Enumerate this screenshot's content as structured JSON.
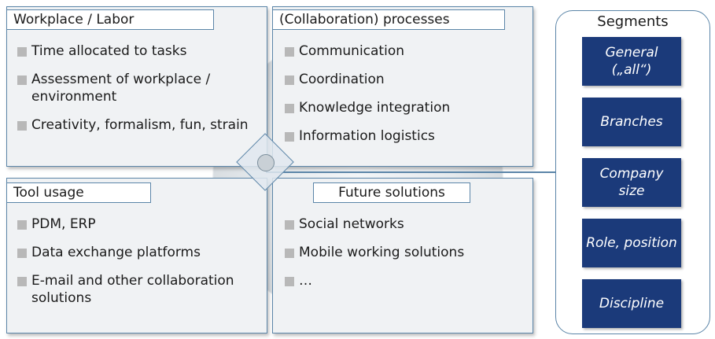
{
  "colors": {
    "border": "#5b85a8",
    "panel_bg": "#f0f2f4",
    "segment_box": "#1b3a7a",
    "bullet": "#b8b8b8"
  },
  "panels": {
    "workplace": {
      "title": "Workplace / Labor",
      "items": [
        "Time allocated to tasks",
        "Assessment of workplace / environment",
        "Creativity, formalism, fun, strain"
      ]
    },
    "processes": {
      "title": "(Collaboration) processes",
      "items": [
        "Communication",
        "Coordination",
        "Knowledge integration",
        "Information logistics"
      ]
    },
    "tools": {
      "title": "Tool usage",
      "items": [
        "PDM, ERP",
        "Data exchange platforms",
        "E-mail and other collaboration solutions"
      ]
    },
    "future": {
      "title": "Future solutions",
      "items": [
        "Social networks",
        "Mobile working solutions",
        "…"
      ]
    }
  },
  "segments": {
    "title": "Segments",
    "items": [
      "General („all“)",
      "Branches",
      "Company size",
      "Role, position",
      "Discipline"
    ]
  },
  "center_icon": "compass-icon"
}
